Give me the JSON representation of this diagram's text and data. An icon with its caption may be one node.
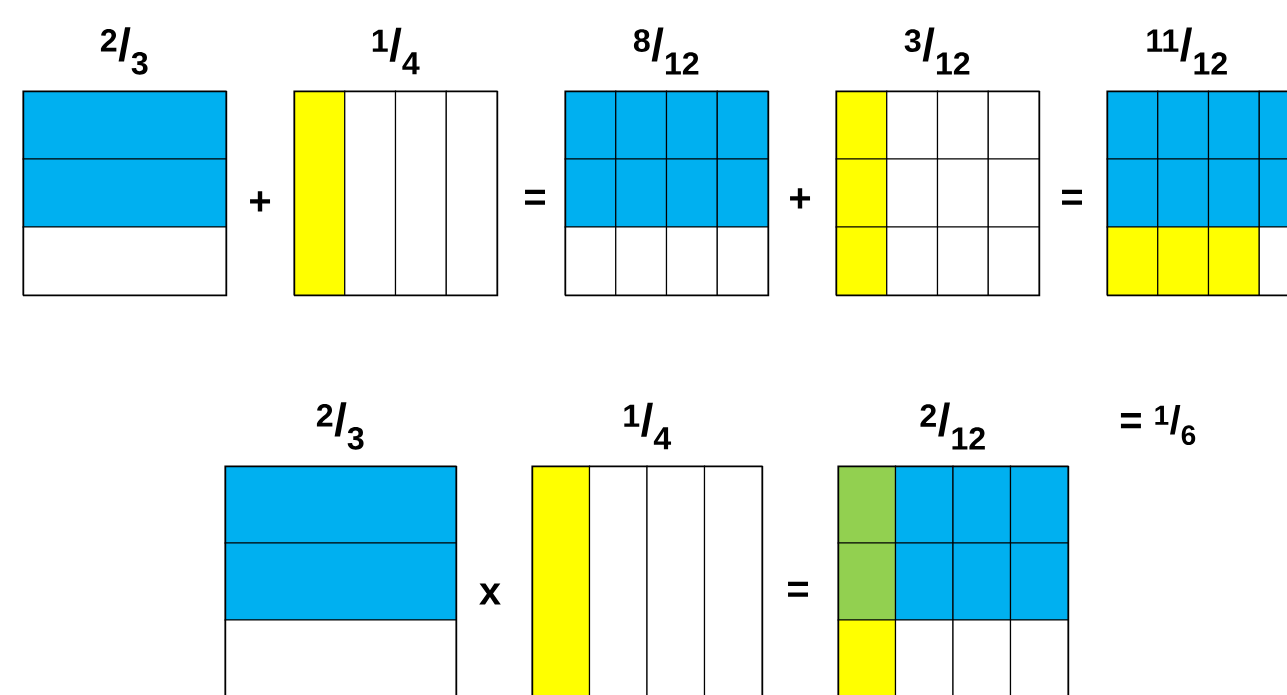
{
  "diagram": {
    "nodes": [
      {
        "text": [
          "$^{2}$/$_{3}$"
        ]
      },
      {
        "text": [
          "$^{1}$/$_{4}$"
        ]
      },
      {
        "text": [
          "$^{8}$/$_{12}$"
        ]
      },
      {
        "text": [
          "$^{3}$/$_{12}$"
        ]
      },
      {
        "text": [
          "$^{11}$/$_{12}$"
        ]
      },
      {
        "text": [
          "$^{2}$/$_{3}$"
        ]
      },
      {
        "text": [
          "$^{1}$/$_{4}$"
        ]
      },
      {
        "text": [
          "$^{2}$/$_{12}$"
        ]
      }
    ],
    "labels": [
      "+",
      "=",
      "+",
      "=",
      "x",
      "=",
      "= $^{1}$/$_{6}$"
    ]
  }
}
